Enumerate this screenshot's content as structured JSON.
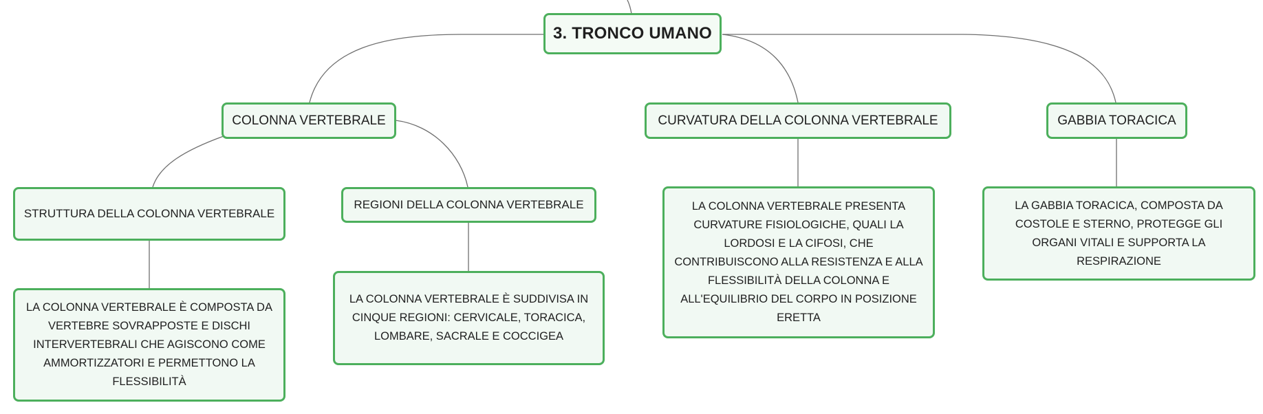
{
  "colors": {
    "node_border": "#4caf5c",
    "node_fill": "#f1f9f3",
    "connector": "#6e6e6e"
  },
  "root": {
    "label": "3. TRONCO UMANO"
  },
  "topics": {
    "colonna": {
      "label": "COLONNA VERTEBRALE",
      "children": {
        "struttura": {
          "label": "STRUTTURA DELLA COLONNA VERTEBRALE",
          "detail": "LA COLONNA VERTEBRALE È COMPOSTA DA VERTEBRE SOVRAPPOSTE E DISCHI INTERVERTEBRALI CHE AGISCONO COME AMMORTIZZATORI E PERMETTONO LA FLESSIBILITÀ"
        },
        "regioni": {
          "label": "REGIONI DELLA COLONNA VERTEBRALE",
          "detail": "LA COLONNA VERTEBRALE È SUDDIVISA IN CINQUE REGIONI: CERVICALE, TORACICA, LOMBARE, SACRALE E COCCIGEA"
        }
      }
    },
    "curvatura": {
      "label": "CURVATURA DELLA COLONNA VERTEBRALE",
      "detail": "LA COLONNA VERTEBRALE PRESENTA CURVATURE FISIOLOGICHE, QUALI LA LORDOSI E LA CIFOSI, CHE CONTRIBUISCONO ALLA RESISTENZA E ALLA FLESSIBILITÀ DELLA COLONNA E ALL'EQUILIBRIO DEL CORPO IN POSIZIONE ERETTA"
    },
    "gabbia": {
      "label": "GABBIA TORACICA",
      "detail": "LA GABBIA TORACICA, COMPOSTA DA COSTOLE E STERNO, PROTEGGE GLI ORGANI VITALI E SUPPORTA LA RESPIRAZIONE"
    }
  }
}
